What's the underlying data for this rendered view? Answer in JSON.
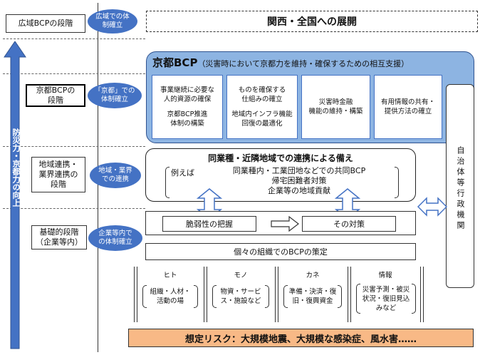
{
  "stages": {
    "regional": "広域BCPの段階",
    "kyoto": [
      "京都BCPの",
      "段階"
    ],
    "local": [
      "地域連携・",
      "業界連携の",
      "段階"
    ],
    "basic": [
      "基礎的段階",
      "（企業等内）"
    ]
  },
  "ellipses": {
    "regional": [
      "広域での体",
      "制確立"
    ],
    "kyoto": [
      "「京都」での",
      "体制確立"
    ],
    "local": [
      "地域・業界",
      "での連携"
    ],
    "basic": [
      "企業等内で",
      "の体制確立"
    ]
  },
  "vertical_arrow_text": "防災力・京都力の向上",
  "kansai": "関西・全国への展開",
  "kyoto_bcp": {
    "title": "京都BCP",
    "subtitle": "（災害時において京都力を維持・確保するための相互支援）",
    "cells": [
      {
        "a": [
          "事業継続に必要な",
          "人的資源の確保"
        ],
        "b": [
          "京都BCP推進",
          "体制の構築"
        ]
      },
      {
        "a": [
          "ものを確保する",
          "仕組みの確立"
        ],
        "b": [
          "地域内インフラ機能",
          "回復の最適化"
        ]
      },
      {
        "a": [
          "災害時金融",
          "機能の維持・構築"
        ],
        "b": []
      },
      {
        "a": [
          "有用情報の共有・",
          "提供方法の確立"
        ],
        "b": []
      }
    ]
  },
  "gov_text": "自治体等行政機関",
  "cooperation": {
    "title": "同業種・近隣地域での連携による備え",
    "example_label": "例えば",
    "lines": [
      "同業種内・工業団地などでの共同BCP",
      "帰宅困難者対策",
      "企業等の地域貢献"
    ]
  },
  "vulnerability": "脆弱性の把握",
  "countermeasure": "その対策",
  "individual_bcp": "個々の組織でのBCPの策定",
  "resources": [
    {
      "label": "ヒト",
      "items": [
        "組織・人材・",
        "活動の場"
      ]
    },
    {
      "label": "モノ",
      "items": [
        "物資・サービ",
        "ス・施設など"
      ]
    },
    {
      "label": "カネ",
      "items": [
        "準備・決済・復",
        "旧・復興資金"
      ]
    },
    {
      "label": "情報",
      "items": [
        "災害予測・被災",
        "状況・復旧見込",
        "みなど"
      ]
    }
  ],
  "risk": "想定リスク：大規模地震、大規模な感染症、風水害……",
  "colors": {
    "blue": "#4472c4",
    "light_blue": "#8db4e2",
    "orange": "#f8b986"
  }
}
